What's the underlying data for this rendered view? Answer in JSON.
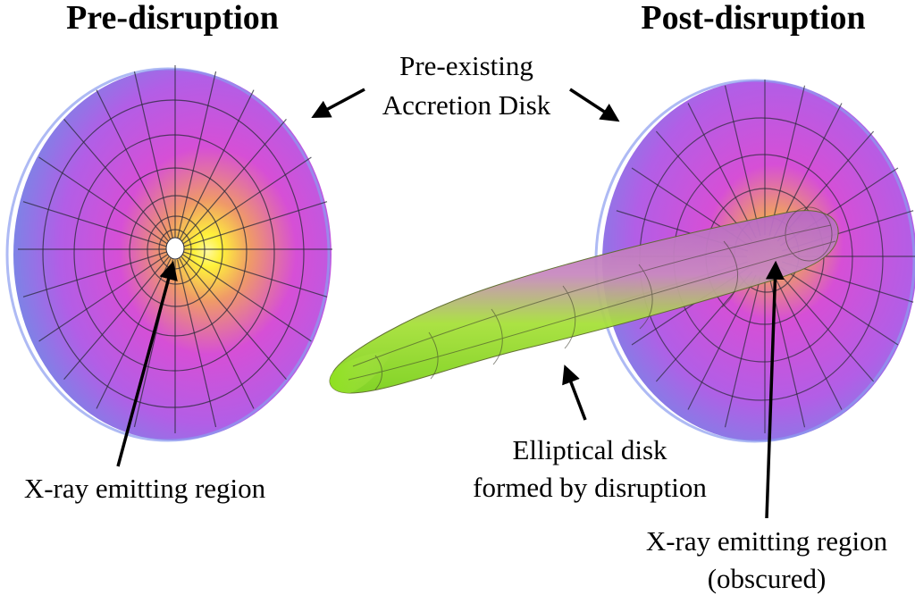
{
  "titles": {
    "left": "Pre-disruption",
    "right": "Post-disruption"
  },
  "labels": {
    "preexisting_line1": "Pre-existing",
    "preexisting_line2": "Accretion Disk",
    "xray_left": "X-ray emitting region",
    "elliptical_line1": "Elliptical disk",
    "elliptical_line2": "formed by disruption",
    "xray_right_line1": "X-ray emitting region",
    "xray_right_line2": "(obscured)"
  },
  "colors": {
    "disk_center": "#fff23a",
    "disk_mid": "#e04ad8",
    "disk_edge": "#7a7fe6",
    "ellipse_green": "#8ee31c",
    "ellipse_purple": "#b25fc9",
    "grid": "#2a2a3a"
  }
}
